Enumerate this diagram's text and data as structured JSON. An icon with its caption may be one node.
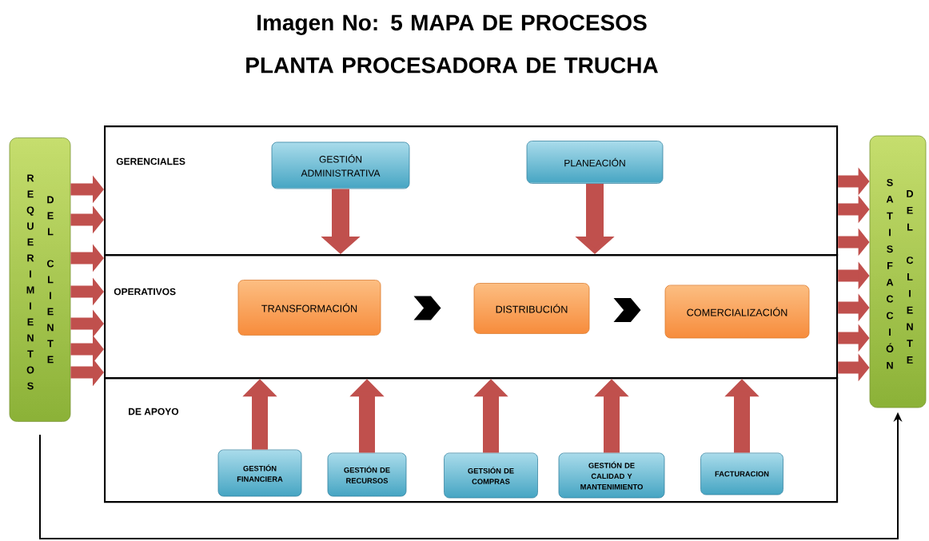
{
  "diagram": {
    "title": "Imagen No: 5 MAPA DE PROCESOS PLANTA PROCESADORA DE TRUCHA",
    "nodes": [
      {
        "text": [
          "REQUERIMIENTOS",
          "DEL CLIENTE"
        ]
      },
      {
        "text": [
          "GERENCIALES"
        ]
      },
      {
        "text": [
          "GESTIÓN ADMINISTRATIVA"
        ],
        "in": 1
      },
      {
        "text": [
          "PLANEACIÓN"
        ],
        "in": 1
      },
      {
        "text": [
          "OPERATIVOS"
        ]
      },
      {
        "text": [
          "TRANSFORMACIÓN"
        ],
        "in": 4
      },
      {
        "text": [
          "DISTRIBUCIÓN"
        ],
        "in": 4
      },
      {
        "text": [
          "COMERCIALIZACIÓN"
        ],
        "in": 4
      },
      {
        "text": [
          "DE APOYO"
        ]
      },
      {
        "text": [
          "GESTIÓN FINANCIERA"
        ],
        "in": 8
      },
      {
        "text": [
          "GESTIÓN DE RECURSOS"
        ],
        "in": 8
      },
      {
        "text": [
          "GETSIÓN DE COMPRAS"
        ],
        "in": 8
      },
      {
        "text": [
          "GESTIÓN DE CALIDAD Y MANTENIMIENTO"
        ],
        "in": 8
      },
      {
        "text": [
          "FACTURACION"
        ],
        "in": 8
      },
      {
        "text": [
          "SATISFACCIÓN",
          "DEL CLIENTE"
        ]
      }
    ],
    "edges": [
      {
        "from": 0,
        "to": 1,
        "arrow": "to"
      },
      {
        "from": 0,
        "to": 1,
        "arrow": "to"
      },
      {
        "from": 0,
        "to": 4,
        "arrow": "to"
      },
      {
        "from": 0,
        "to": 4,
        "arrow": "to"
      },
      {
        "from": 0,
        "to": 4,
        "arrow": "to"
      },
      {
        "from": 0,
        "to": 4,
        "arrow": "to"
      },
      {
        "from": 0,
        "to": 4,
        "arrow": "to"
      },
      {
        "from": 1,
        "to": 14,
        "arrow": "to"
      },
      {
        "from": 1,
        "to": 14,
        "arrow": "to"
      },
      {
        "from": 1,
        "to": 14,
        "arrow": "to"
      },
      {
        "from": 4,
        "to": 14,
        "arrow": "to"
      },
      {
        "from": 4,
        "to": 14,
        "arrow": "to"
      },
      {
        "from": 4,
        "to": 14,
        "arrow": "to"
      },
      {
        "from": 4,
        "to": 14,
        "arrow": "to"
      },
      {
        "from": 2,
        "to": 4,
        "arrow": "to"
      },
      {
        "from": 3,
        "to": 4,
        "arrow": "to"
      },
      {
        "from": 5,
        "to": 6,
        "arrow": "to",
        "color": "#000000"
      },
      {
        "from": 6,
        "to": 7,
        "arrow": "to",
        "color": "#000000"
      },
      {
        "from": 9,
        "to": 4,
        "arrow": "to"
      },
      {
        "from": 10,
        "to": 4,
        "arrow": "to"
      },
      {
        "from": 11,
        "to": 4,
        "arrow": "to"
      },
      {
        "from": 12,
        "to": 4,
        "arrow": "to"
      },
      {
        "from": 13,
        "to": 4,
        "arrow": "to"
      },
      {
        "from": 0,
        "to": 14,
        "arrow": "to",
        "color": "#000000"
      }
    ]
  }
}
